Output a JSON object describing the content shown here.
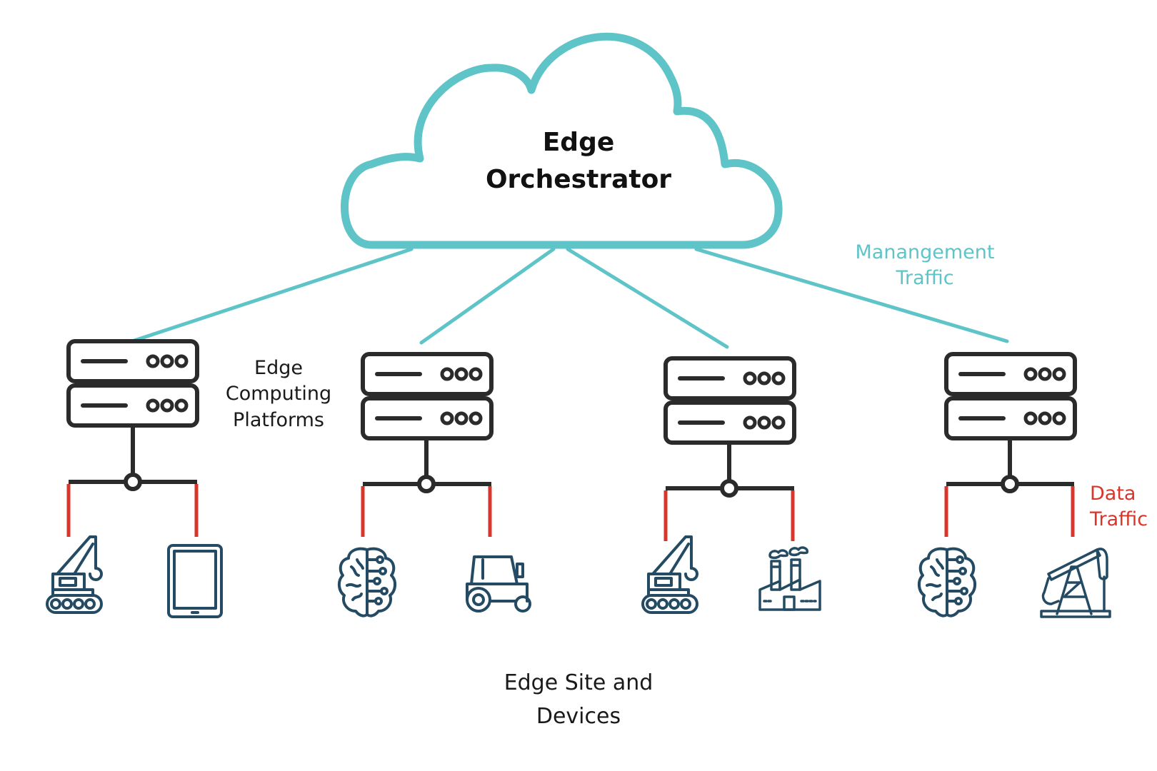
{
  "colors": {
    "management": "#5ec4c8",
    "data": "#d9362b",
    "server": "#2b2b2b",
    "device": "#244b63"
  },
  "orchestrator": {
    "line1": "Edge",
    "line2": "Orchestrator"
  },
  "labels": {
    "management_traffic": {
      "line1": "Manangement",
      "line2": "Traffic"
    },
    "platforms": {
      "line1": "Edge",
      "line2": "Computing",
      "line3": "Platforms"
    },
    "data_traffic": {
      "line1": "Data",
      "line2": "Traffic"
    },
    "site": {
      "line1": "Edge Site and",
      "line2": "Devices"
    }
  },
  "sites": [
    {
      "devices": [
        "crane-icon",
        "tablet-icon"
      ]
    },
    {
      "devices": [
        "brain-icon",
        "tractor-icon"
      ]
    },
    {
      "devices": [
        "crane-icon",
        "factory-icon"
      ]
    },
    {
      "devices": [
        "brain-icon",
        "oil-pump-icon"
      ]
    }
  ]
}
